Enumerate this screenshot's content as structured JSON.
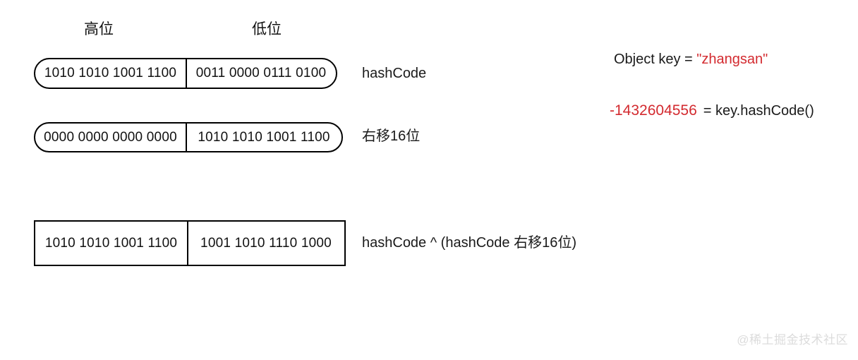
{
  "diagram": {
    "headers": {
      "high_bits": "高位",
      "low_bits": "低位"
    },
    "rows": [
      {
        "id": "hashcode",
        "shape": "rounded",
        "high": "1010 1010 1001 1100",
        "low": "0011 0000 0111 0100",
        "label": "hashCode"
      },
      {
        "id": "shifted",
        "shape": "rounded",
        "high": "0000 0000 0000 0000",
        "low": "1010 1010 1001 1100",
        "label": "右移16位"
      },
      {
        "id": "xor",
        "shape": "square",
        "high": "1010 1010 1001 1100",
        "low": "1001 1010 1110 1000",
        "label": "hashCode ^ (hashCode 右移16位)"
      }
    ]
  },
  "annotation": {
    "key_prefix": "Object key = ",
    "key_value": "\"zhangsan\"",
    "hash_value": "-1432604556",
    "hash_expression": "= key.hashCode()"
  },
  "watermark": {
    "text": "@稀土掘金技术社区"
  },
  "colors": {
    "accent_red": "#d32a2f",
    "ink": "#111111",
    "watermark_gray": "#dcdcdc",
    "background": "#ffffff"
  }
}
